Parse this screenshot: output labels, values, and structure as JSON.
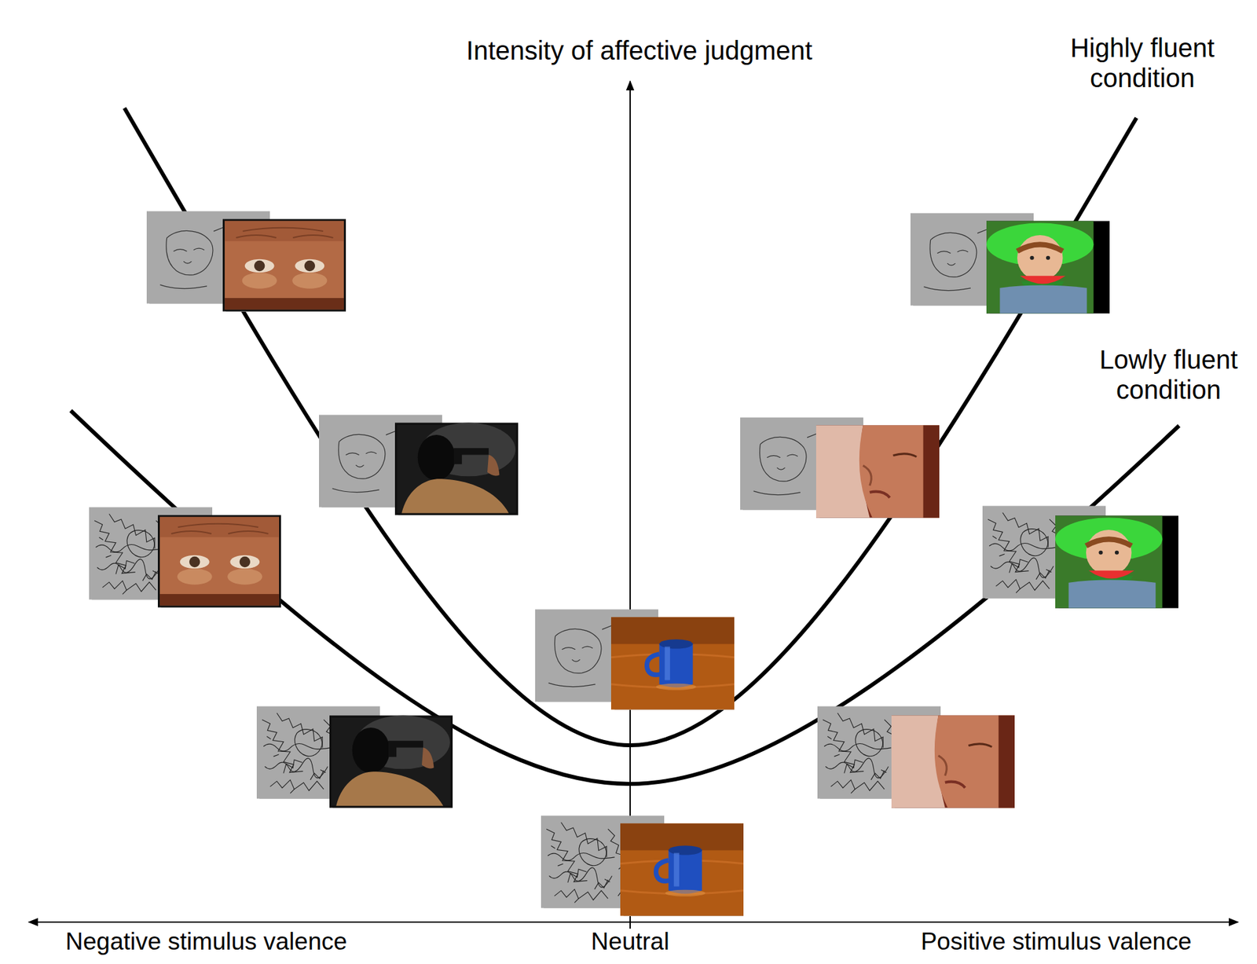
{
  "diagram": {
    "labels": [
      "Intensity of affective judgment",
      "Highly fluent condition",
      "Lowly fluent condition",
      "Negative stimulus valence",
      "Neutral",
      "Positive stimulus valence"
    ]
  }
}
